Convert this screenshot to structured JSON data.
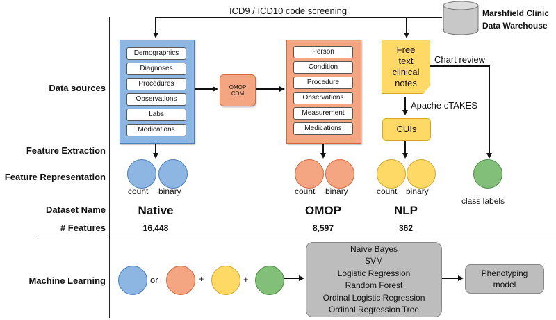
{
  "row_labels": {
    "data_sources": "Data sources",
    "feature_extraction": "Feature Extraction",
    "feature_representation": "Feature Representation",
    "dataset_name": "Dataset Name",
    "num_features": "# Features",
    "machine_learning": "Machine Learning"
  },
  "top": {
    "screening": "ICD9 / ICD10 code screening",
    "warehouse_line1": "Marshfield Clinic",
    "warehouse_line2": "Data Warehouse"
  },
  "native": {
    "items": [
      "Demographics",
      "Diagnoses",
      "Procedures",
      "Observations",
      "Labs",
      "Medications"
    ],
    "name": "Native",
    "features": "16,448",
    "count": "count",
    "binary": "binary"
  },
  "omop_cdm": {
    "line1": "OMOP",
    "line2": "CDM"
  },
  "omop": {
    "items": [
      "Person",
      "Condition",
      "Procedure",
      "Observations",
      "Measurement",
      "Medications"
    ],
    "name": "OMOP",
    "features": "8,597",
    "count": "count",
    "binary": "binary"
  },
  "nlp": {
    "notes": [
      "Free",
      "text",
      "clinical",
      "notes"
    ],
    "ctakes": "Apache cTAKES",
    "cuis": "CUIs",
    "name": "NLP",
    "features": "362",
    "count": "count",
    "binary": "binary"
  },
  "chart_review": "Chart review",
  "class_labels": "class labels",
  "ml": {
    "or": "or",
    "plusminus": "±",
    "plus": "+",
    "algorithms": [
      "Naïve Bayes",
      "SVM",
      "Logistic Regression",
      "Random Forest",
      "Ordinal Logistic Regression",
      "Ordinal Regression Tree"
    ],
    "output_line1": "Phenotyping",
    "output_line2": "model"
  },
  "colors": {
    "native": "#8db6e3",
    "omop": "#f4a582",
    "nlp": "#ffd966",
    "labels": "#82c07a",
    "ml": "#bdbdbd"
  }
}
